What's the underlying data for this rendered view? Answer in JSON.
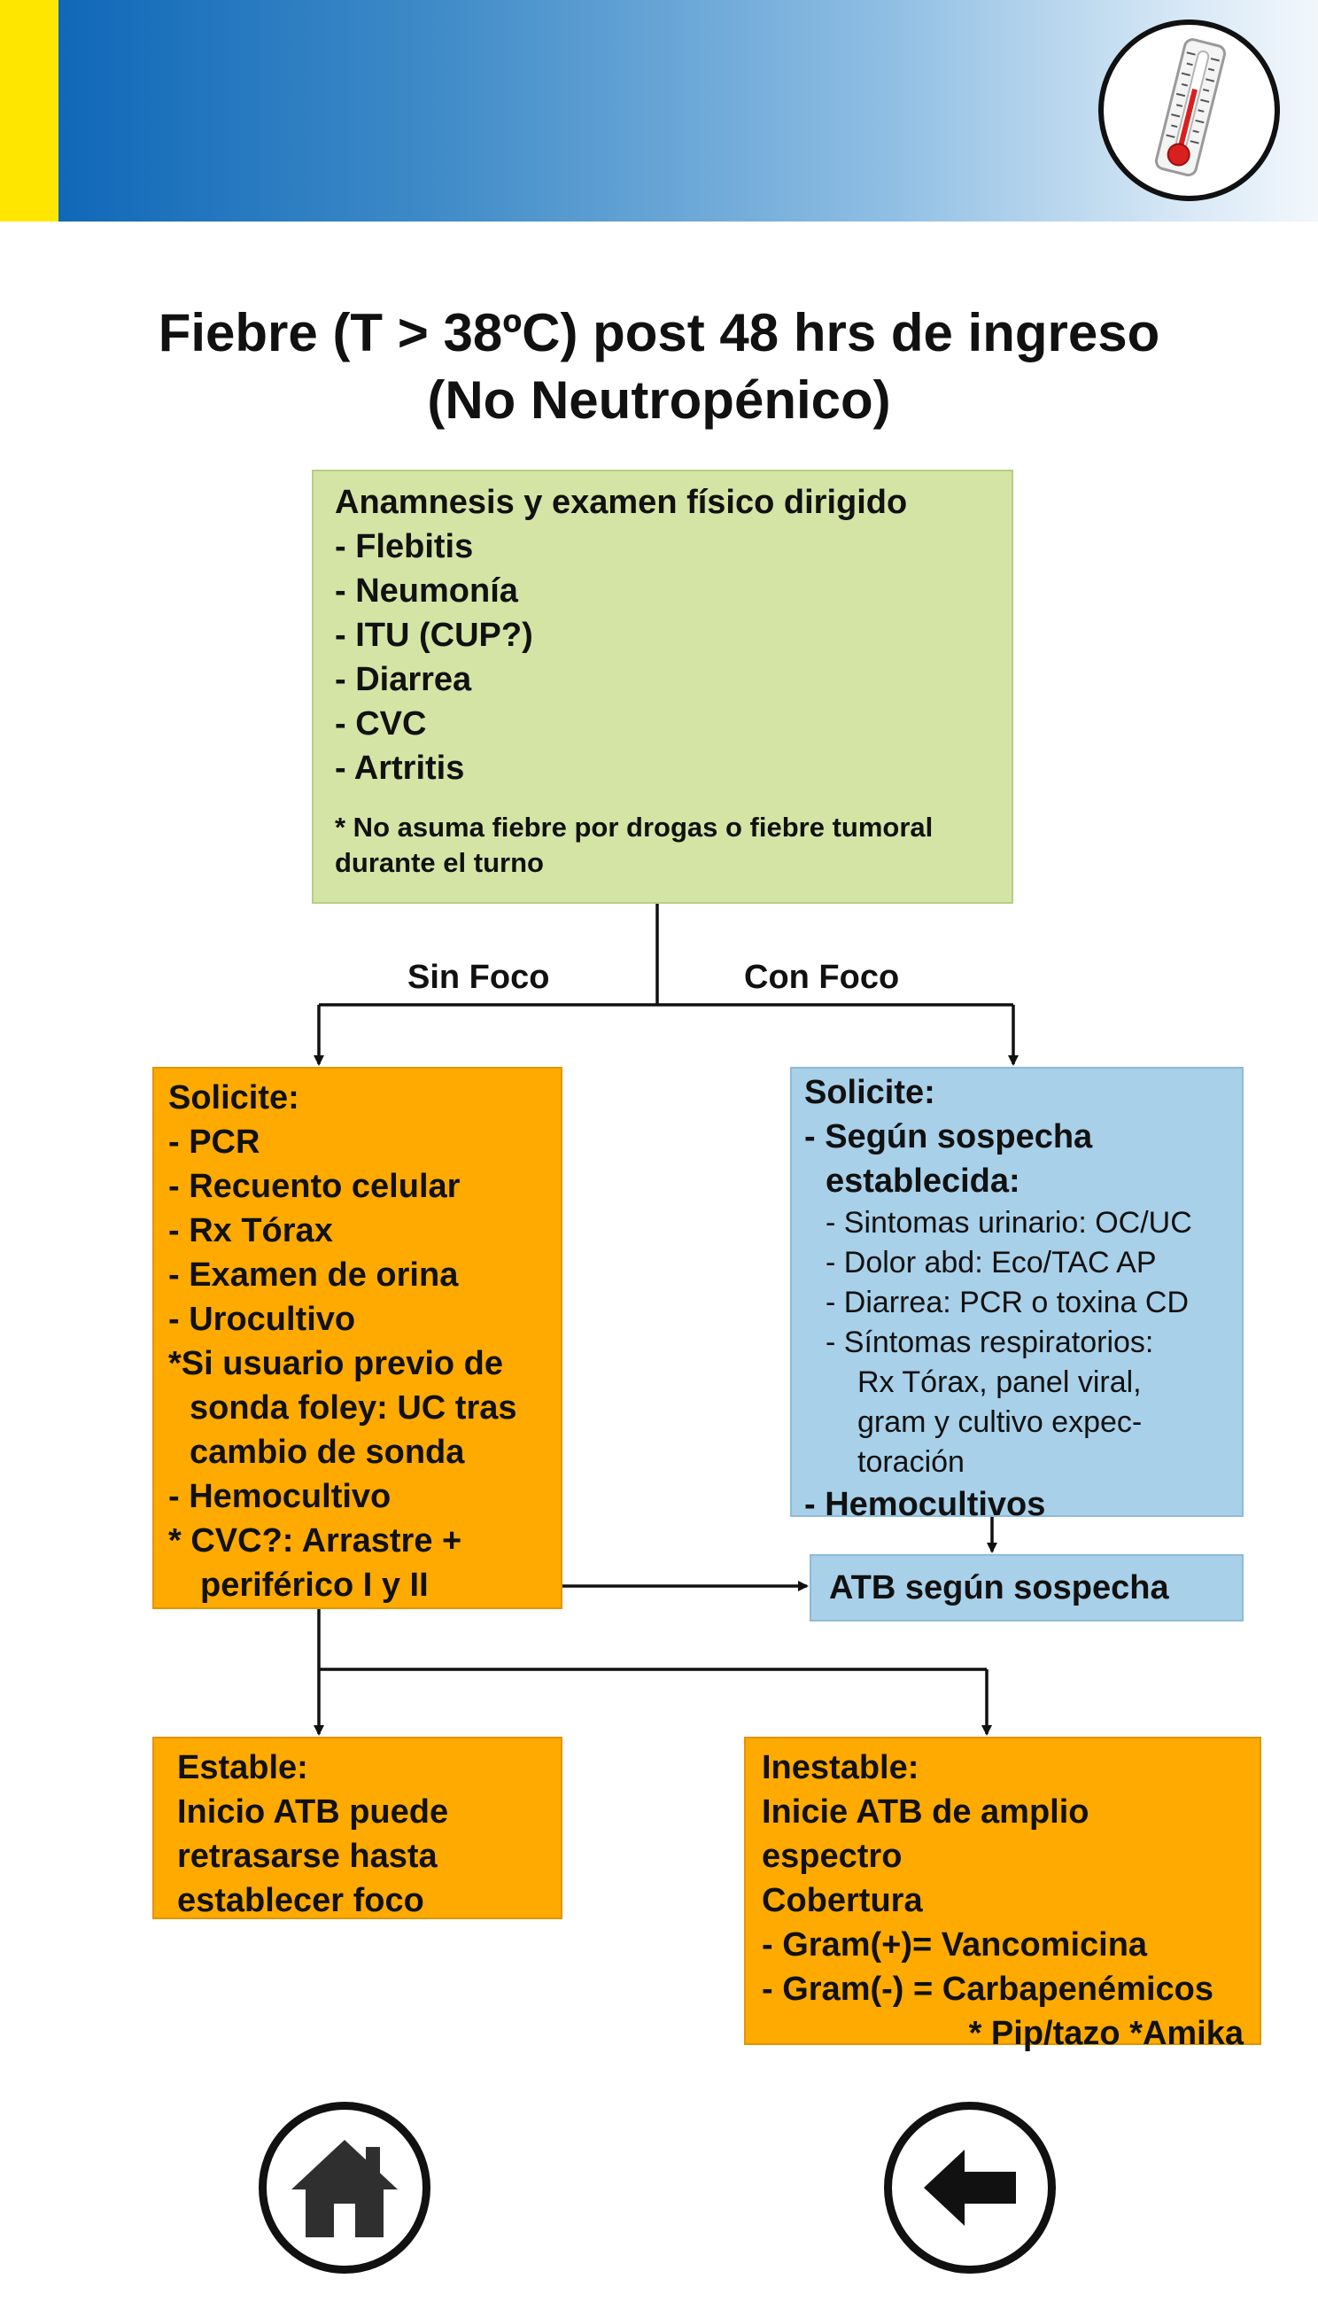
{
  "header": {
    "thermometer_icon": "thermometer-icon",
    "colors": {
      "accent_yellow": "#ffe600",
      "band_dark": "#1068b8",
      "band_light": "#f2f7fc"
    }
  },
  "title": {
    "line1": "Fiebre (T > 38ºC) post 48 hrs de ingreso",
    "line2": "(No Neutropénico)"
  },
  "assessment": {
    "heading": "Anamnesis y examen físico dirigido",
    "items": [
      "- Flebitis",
      "- Neumonía",
      "- ITU (CUP?)",
      "- Diarrea",
      "- CVC",
      "- Artritis"
    ],
    "note_line1": "* No asuma fiebre por drogas o fiebre tumoral",
    "note_line2": "durante el turno"
  },
  "branches": {
    "left": "Sin Foco",
    "right": "Con Foco"
  },
  "sin_foco": {
    "lines": [
      "Solicite:",
      "- PCR",
      "- Recuento celular",
      "- Rx Tórax",
      "- Examen de orina",
      "- Urocultivo",
      "*Si usuario previo de",
      "sonda foley: UC tras",
      "cambio de sonda",
      "- Hemocultivo",
      "* CVC?: Arrastre +",
      "periférico I y II"
    ]
  },
  "con_foco": {
    "heading": "Solicite:",
    "line1": "- Según sospecha",
    "line2": "establecida:",
    "details": [
      "- Sintomas urinario: OC/UC",
      "- Dolor abd: Eco/TAC AP",
      "- Diarrea: PCR o toxina CD",
      "- Síntomas respiratorios:"
    ],
    "resp_details": [
      "Rx Tórax, panel viral,",
      "gram y cultivo expec-",
      "toración"
    ],
    "last": "- Hemocultivos"
  },
  "atb": {
    "label": "ATB según sospecha"
  },
  "estable": {
    "lines": [
      "Estable:",
      "Inicio ATB puede",
      "retrasarse hasta",
      "establecer foco"
    ]
  },
  "inestable": {
    "lines": [
      "Inestable:",
      "Inicie ATB de amplio",
      "espectro",
      "Cobertura",
      "- Gram(+)= Vancomicina",
      "- Gram(-) = Carbapenémicos",
      "* Pip/tazo *Amika"
    ]
  },
  "nav": {
    "home_icon": "home-icon",
    "back_icon": "arrow-left-icon"
  }
}
